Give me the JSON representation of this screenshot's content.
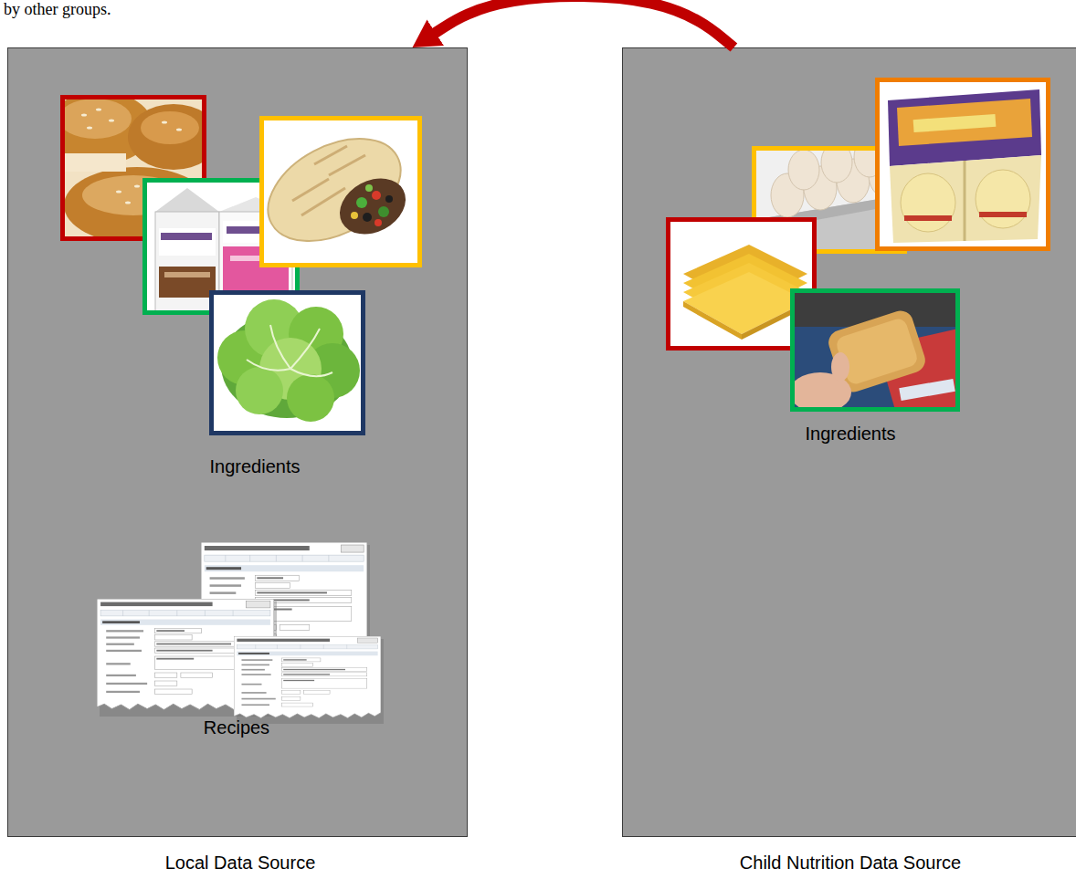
{
  "diagram": {
    "nodes": [
      {
        "text": [
          "Ingredients",
          "Recipes",
          "Local Data Source"
        ]
      },
      {
        "text": [
          "Ingredients",
          "Child Nutrition Data Source"
        ]
      }
    ],
    "edges": [
      {
        "from": 1,
        "to": 0,
        "arrow": "to"
      }
    ],
    "labels": [
      "by other groups."
    ]
  }
}
